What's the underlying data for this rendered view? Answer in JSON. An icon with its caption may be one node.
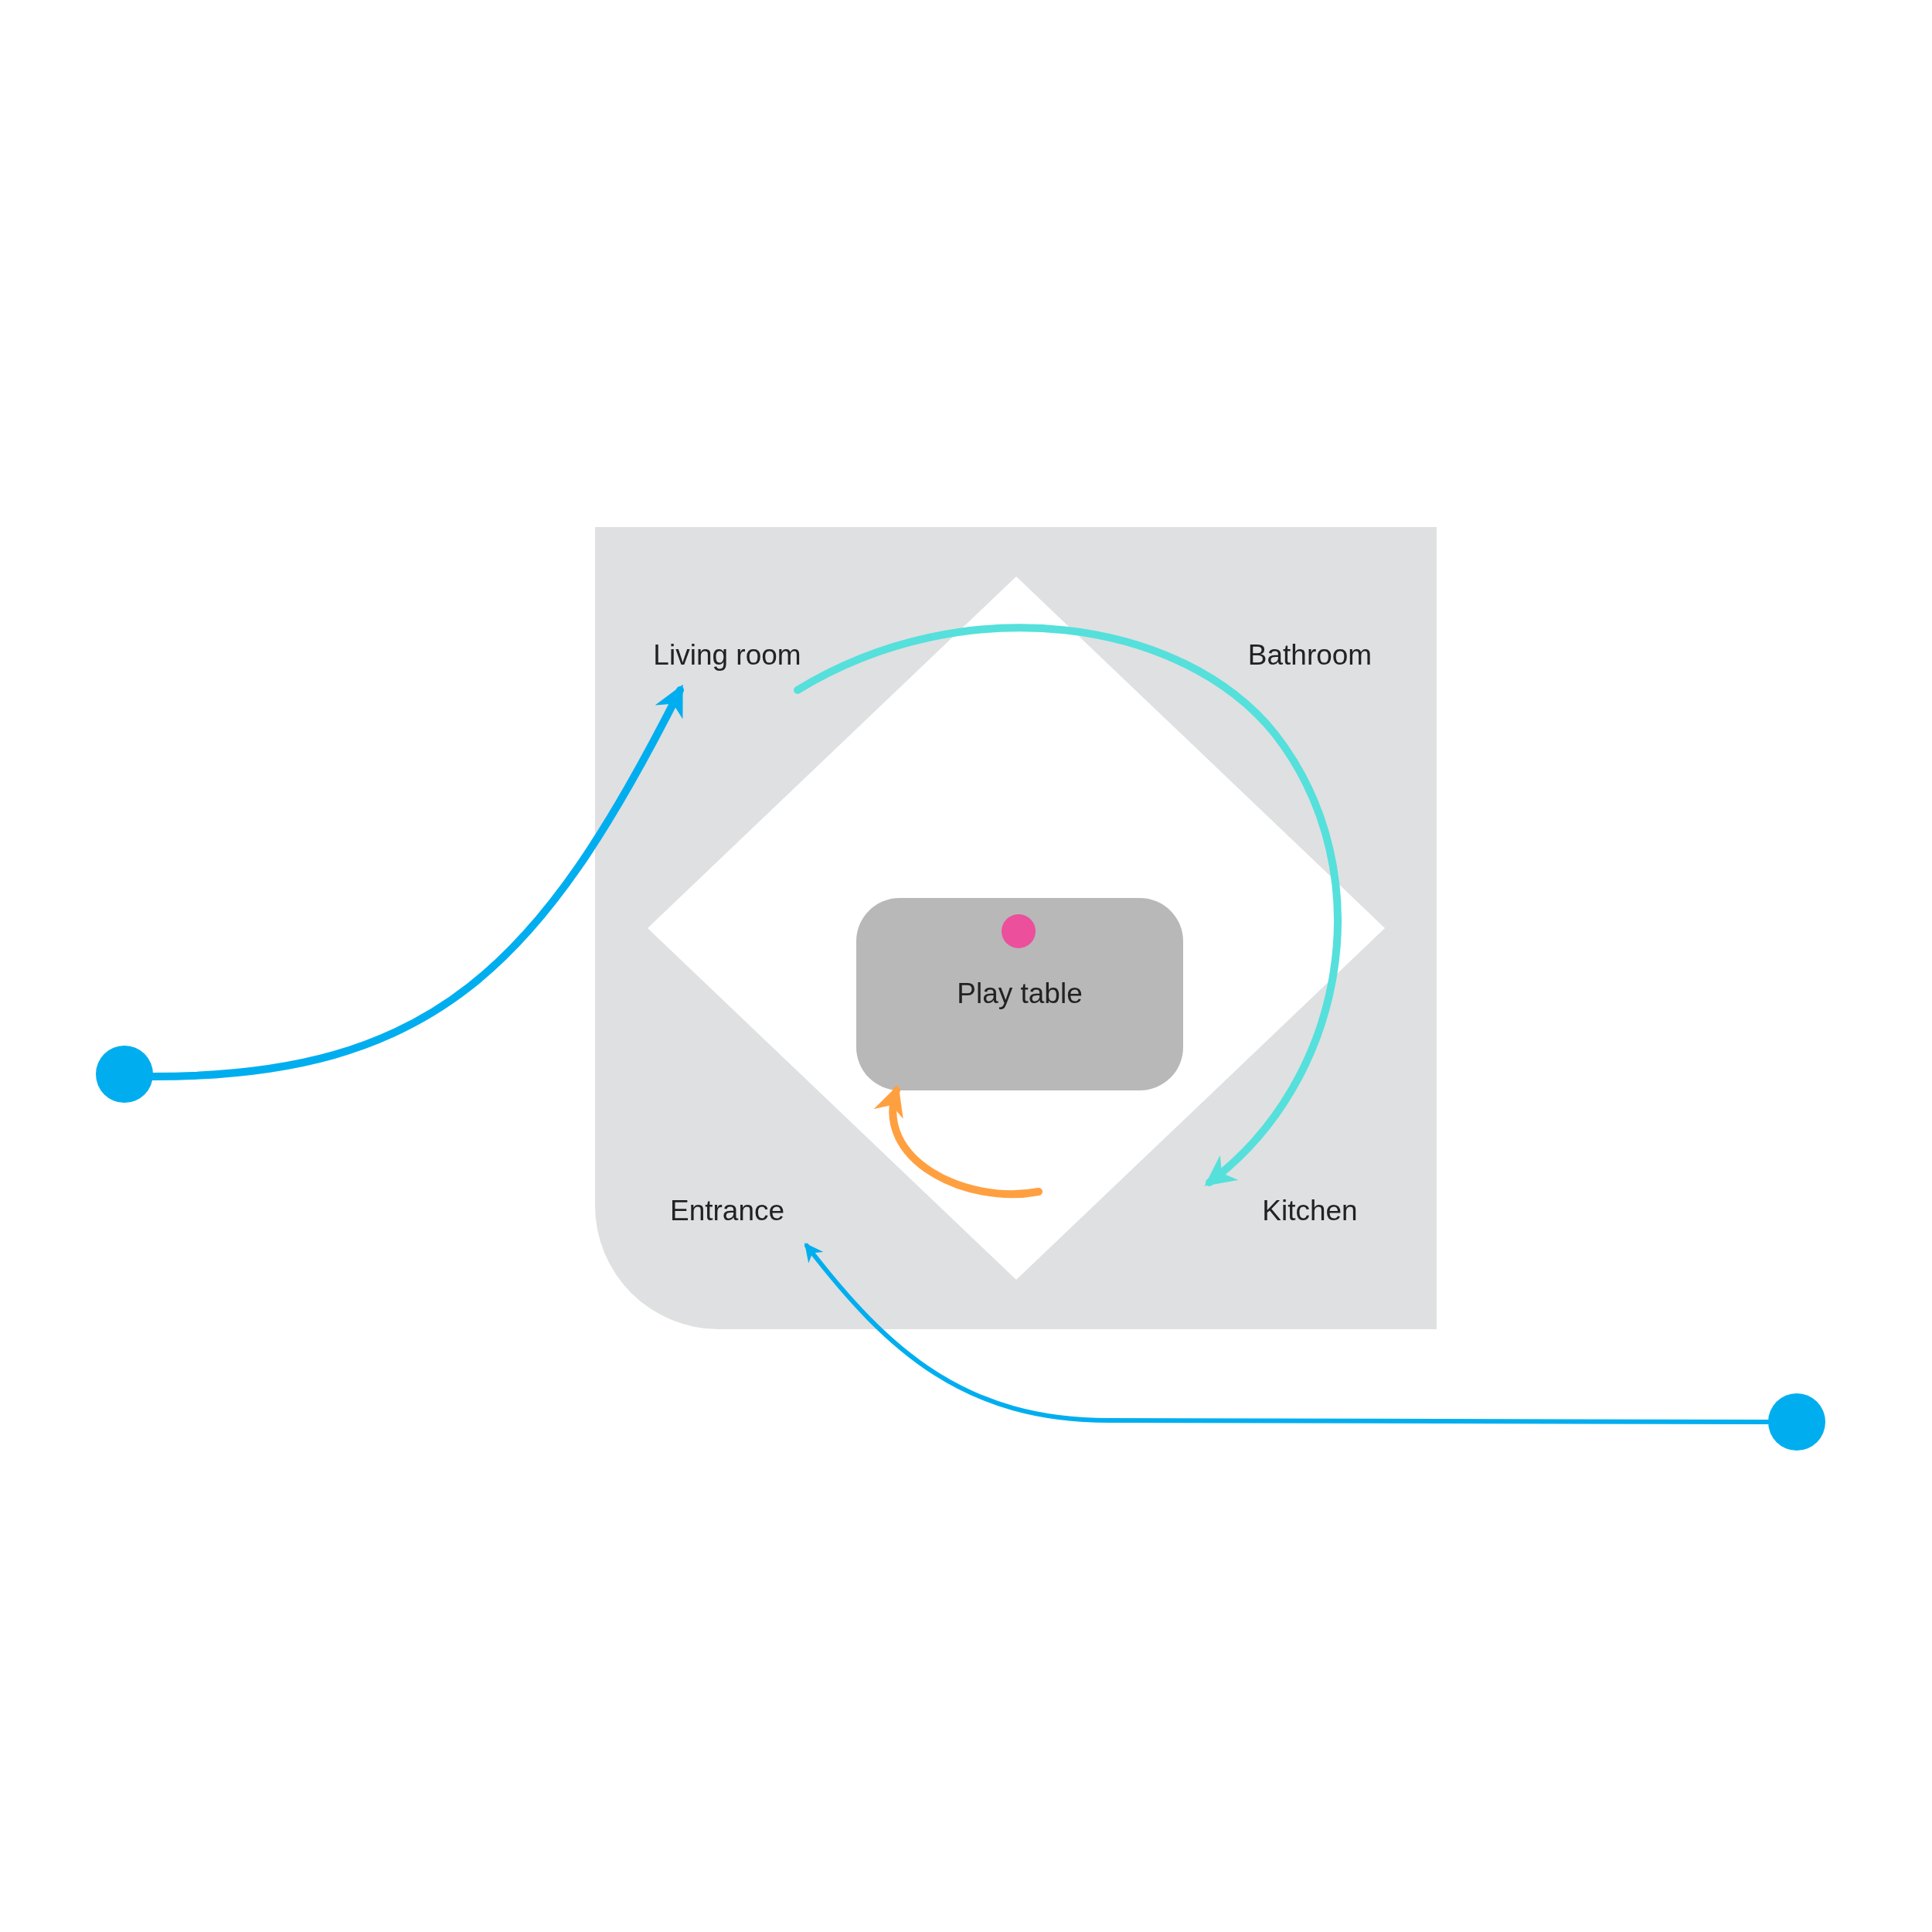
{
  "diagram": {
    "nodes": [
      {
        "text": [],
        "shape": "box"
      },
      {
        "text": [
          "Living room"
        ],
        "in": 0
      },
      {
        "text": [
          "Bathroom"
        ],
        "in": 0
      },
      {
        "text": [],
        "shape": "diamond",
        "in": 0
      },
      {
        "text": [
          "Play table"
        ],
        "in": 3
      },
      {
        "text": [],
        "shape": "circle",
        "in": 4
      },
      {
        "text": [
          "Entrance"
        ],
        "in": 0
      },
      {
        "text": [
          "Kitchen"
        ],
        "in": 0
      },
      {
        "text": [],
        "shape": "circle"
      },
      {
        "text": [],
        "shape": "circle"
      }
    ],
    "edges": [
      {
        "from": 8,
        "to": 1,
        "arrow": "to",
        "color": "#00aeef"
      },
      {
        "from": 9,
        "to": 6,
        "arrow": "to",
        "color": "#00aeef"
      },
      {
        "from": 1,
        "to": 7,
        "arrow": "to",
        "color": "#55e0dc"
      },
      {
        "from": null,
        "to": 4,
        "arrow": "to",
        "color": "#ffa040"
      }
    ]
  }
}
